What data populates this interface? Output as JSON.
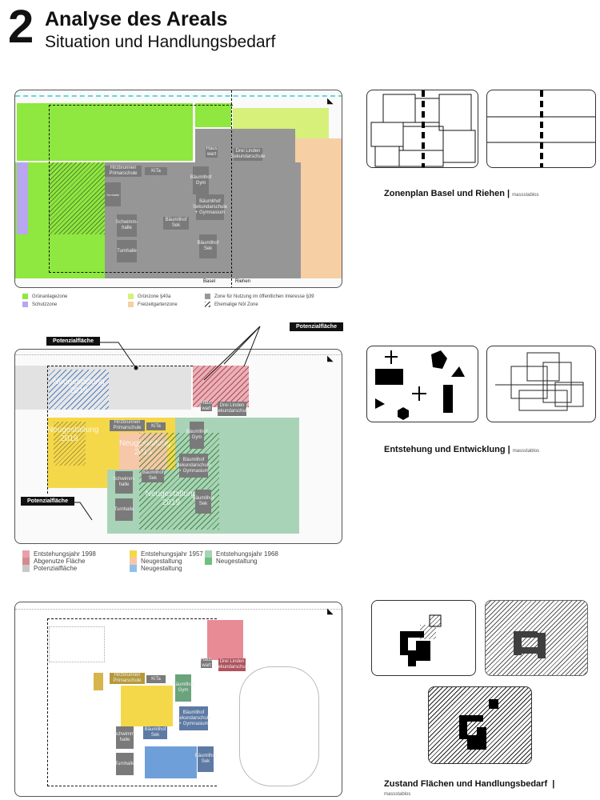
{
  "header": {
    "number": "2",
    "title": "Analyse des Areals",
    "subtitle": "Situation und Handlungsbedarf"
  },
  "map1": {
    "buildings": {
      "hirzbrunnen": "Hirzbrunnen Primarschule",
      "kita": "KiTa",
      "gym": "Bäumlihof Gym",
      "bsg": "Bäumlihof Sekundarschule + Gymnasium",
      "sek1": "Bäumlihof Sek",
      "sek2": "Bäumlihof Sek",
      "schwimm": "Schwimm-halle",
      "turn": "Turnhalle",
      "haus": "Haus wart",
      "drei": "Drei Linden Sekundarschule",
      "turnhalle_small": "Turnhalle"
    },
    "border": {
      "basel": "Basel",
      "riehen": "Riehen"
    },
    "legend": [
      {
        "label": "Grünanlagezone",
        "color": "#8ee83f"
      },
      {
        "label": "Schutzzone",
        "color": "#b9a6f0"
      },
      {
        "label": "Grünzone §40a",
        "color": "#d6f07a"
      },
      {
        "label": "Freizeitgartenzone",
        "color": "#f7cfa5"
      },
      {
        "label": "Zone für Nutzung im öffentlichen Interesse §39",
        "color": "#999999"
      },
      {
        "label": "Ehemalige NöI Zone",
        "color": "hatch"
      }
    ]
  },
  "caption1": {
    "title": "Zonenplan Basel und Riehen",
    "sep": "|",
    "scale": "massstablos"
  },
  "map2": {
    "tags": [
      "Potenzialfläche",
      "Potenzialfläche",
      "Potenzialfläche"
    ],
    "areas": {
      "blue": "Neugestaltung 2019",
      "yellow": "Neugestaltung 2019",
      "orange": "Neugestaltung 2014",
      "green": "Neugestaltung 2019"
    },
    "buildings": {
      "hirzbrunnen": "Hirzbrunnen Primarschule",
      "kita": "KiTa",
      "gym": "Bäumlihof Gym",
      "bsg": "Bäumlihof Sekundarschule + Gymnasium",
      "sek1": "Bäumlihof Sek",
      "sek2": "Bäumlihof Sek",
      "schwimm": "Schwimm-halle",
      "turn": "Turnhalle",
      "haus": "Haus wart",
      "drei": "Drei Linden Sekundarschule"
    },
    "legend": [
      {
        "label": "Entstehungsjahr 1998",
        "color": "#e8a0a8"
      },
      {
        "label": "Abgenutze Fläche",
        "color": "#d58a92"
      },
      {
        "label": "Potenzialfläche",
        "color": "#c8c8c8"
      },
      {
        "label": "Entstehungsjahr 1957",
        "color": "#f5d84a"
      },
      {
        "label": "Neugestaltung",
        "color": "#f6c7a8"
      },
      {
        "label": "Neugestaltung",
        "color": "#8fc0ec"
      },
      {
        "label": "Entstehungsjahr 1968",
        "color": "#a9d3b7"
      },
      {
        "label": "Neugestaltung",
        "color": "#6fbf7d"
      }
    ]
  },
  "caption2": {
    "title": "Entstehung und Entwicklung",
    "sep": "|",
    "scale": "massstablos"
  },
  "map3": {
    "buildings": {
      "hirzbrunnen": "Hirzbrunnen Primarschule",
      "kita": "KiTa",
      "gym": "Bäumlihof Gym",
      "bsg": "Bäumlihof Sekundarschule + Gymnasium",
      "sek1": "Bäumlihof Sek",
      "sek2": "Bäumlihof Sek",
      "schwimm": "Schwimm-halle",
      "turn": "Turnhalle",
      "haus": "Haus wart",
      "drei": "Drei Linden Sekundarschule"
    }
  },
  "caption3": {
    "title": "Zustand Flächen und Handlungsbedarf",
    "sep": "|",
    "scale": "massstablos"
  }
}
